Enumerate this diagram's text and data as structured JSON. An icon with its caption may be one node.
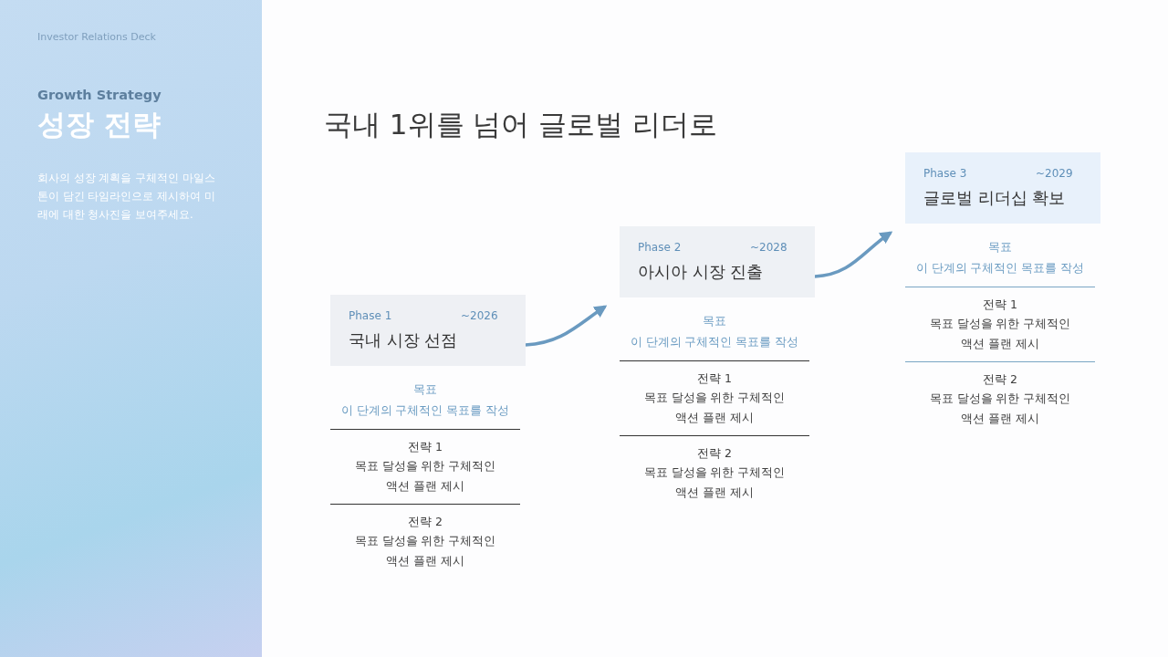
{
  "diagram": {
    "title": "국내 1위를 넘어 글로벌 리더로",
    "nodes": [
      {
        "text": [
          "Phase 1",
          "~2026",
          "국내 시장 선점"
        ],
        "beside": [
          "목표",
          "이 단계의 구체적인 목표를 작성",
          "전략 1",
          "목표 달성을 위한 구체적인 액션 플랜 제시",
          "전략 2",
          "목표 달성을 위한 구체적인 액션 플랜 제시"
        ]
      },
      {
        "text": [
          "Phase 2",
          "~2028",
          "아시아 시장 진출"
        ],
        "beside": [
          "목표",
          "이 단계의 구체적인 목표를 작성",
          "전략 1",
          "목표 달성을 위한 구체적인 액션 플랜 제시",
          "전략 2",
          "목표 달성을 위한 구체적인 액션 플랜 제시"
        ]
      },
      {
        "text": [
          "Phase 3",
          "~2029",
          "글로벌 리더십 확보"
        ],
        "beside": [
          "목표",
          "이 단계의 구체적인 목표를 작성",
          "전략 1",
          "목표 달성을 위한 구체적인 액션 플랜 제시",
          "전략 2",
          "목표 달성을 위한 구체적인 액션 플랜 제시"
        ]
      }
    ],
    "edges": [
      {
        "from": 0,
        "to": 1,
        "arrow": "to"
      },
      {
        "from": 1,
        "to": 2,
        "arrow": "to"
      }
    ],
    "labels": [
      "Investor Relations Deck",
      "Growth Strategy",
      "성장 전략",
      "회사의 성장 계획을 구체적인 마일스톤이 담긴 타임라인으로 제시하여 미래에 대한 청사진을 보여주세요."
    ]
  }
}
